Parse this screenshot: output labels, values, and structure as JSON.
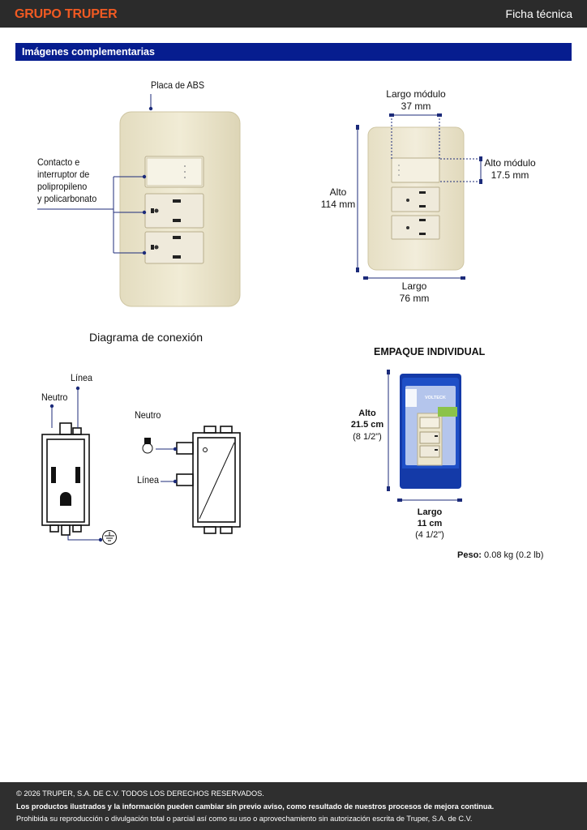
{
  "header": {
    "brand": "GRUPO TRUPER",
    "doc_type": "Ficha técnica"
  },
  "section": {
    "title": "Imágenes complementarias"
  },
  "product_view": {
    "label_plate": "Placa de ABS",
    "label_contact_lines": [
      "Contacto e",
      "interruptor de",
      "polipropileno",
      "y policarbonato"
    ]
  },
  "dimensions": {
    "module_length_label": "Largo módulo",
    "module_length_value": "37 mm",
    "module_height_label": "Alto módulo",
    "module_height_value": "17.5 mm",
    "height_label": "Alto",
    "height_value": "114 mm",
    "length_label": "Largo",
    "length_value": "76 mm"
  },
  "connection_diagram": {
    "title": "Diagrama de conexión",
    "outlet_linea": "Línea",
    "outlet_neutro": "Neutro",
    "switch_neutro": "Neutro",
    "switch_linea": "Línea"
  },
  "packaging": {
    "title": "EMPAQUE INDIVIDUAL",
    "height_label": "Alto",
    "height_value": "21.5 cm",
    "height_inches": "(8 1/2\")",
    "length_label": "Largo",
    "length_value": "11 cm",
    "length_inches": "(4 1/2\")",
    "brand_on_pack": "VOLTECK",
    "weight_label": "Peso:",
    "weight_value": "0.08 kg (0.2 lb)"
  },
  "footer": {
    "copyright": "© 2026 TRUPER, S.A. DE C.V. TODOS LOS DERECHOS RESERVADOS.",
    "notice": "Los productos ilustrados y la información pueden cambiar sin previo aviso, como resultado de nuestros procesos de mejora continua.",
    "prohibition": "Prohibida su reproducción o divulgación total o parcial así como su uso o aprovechamiento sin autorización escrita de Truper, S.A. de C.V."
  },
  "colors": {
    "brand_orange": "#f15a22",
    "section_blue": "#061d8f",
    "leader_blue": "#1c2b7a",
    "plate_cream": "#ece6cd"
  }
}
